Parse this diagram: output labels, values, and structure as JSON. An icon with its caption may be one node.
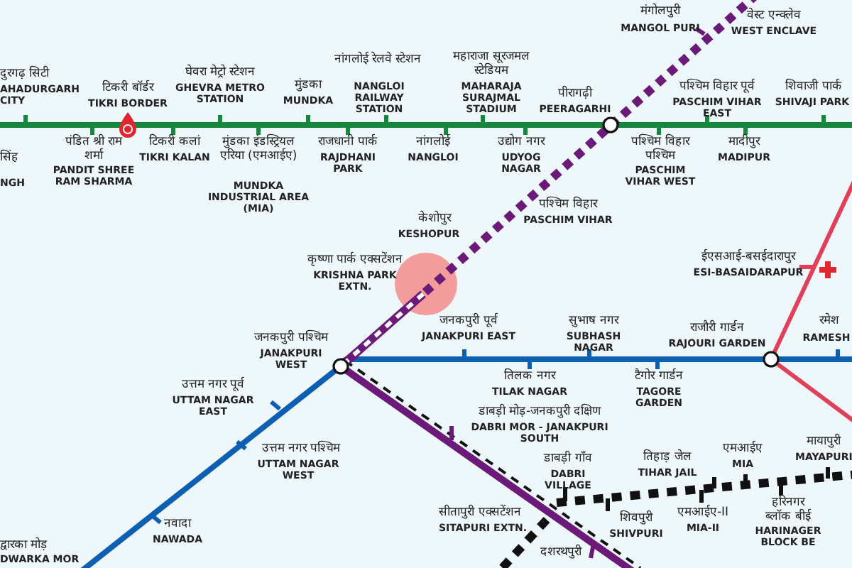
{
  "diagram": {
    "labels": [
      "मंगोलपुरी",
      "MANGOL PURI",
      "वेस्ट एन्क्लेव",
      "WEST ENCLAVE",
      "नांगलोई रेलवे स्टेशन",
      "NANGLOI RAILWAY STATION",
      "महाराजा सूरजमल स्टेडियम",
      "MAHARAJA SURAJMAL STADIUM",
      "दुरगढ़ सिटी",
      "AHADURGARH CITY",
      "टिकरी बॉर्डर",
      "TIKRI BORDER",
      "घेवरा मेट्रो स्टेशन",
      "GHEVRA METRO STATION",
      "मुंडका",
      "MUNDKA",
      "पीरागढ़ी",
      "PEERAGARHI",
      "पश्चिम विहार पूर्व",
      "PASCHIM VIHAR EAST",
      "शिवाजी पार्क",
      "SHIVAJI PARK",
      "सिंह",
      "NGH",
      "पंडित श्री राम शर्मा",
      "PANDIT SHREE RAM SHARMA",
      "टिकरी कलां",
      "TIKRI KALAN",
      "मुंडका इंडस्ट्रियल एरिया (एमआईए)",
      "MUNDKA INDUSTRIAL AREA (MIA)",
      "राजधानी पार्क",
      "RAJDHANI PARK",
      "नांगलोई",
      "NANGLOI",
      "उद्योग नगर",
      "UDYOG NAGAR",
      "पश्चिम विहार पश्चिम",
      "PASCHIM VIHAR WEST",
      "मादीपुर",
      "MADIPUR",
      "पश्चिम विहार",
      "PASCHIM VIHAR",
      "केशोपुर",
      "KESHOPUR",
      "कृष्णा पार्क एक्सटेंशन",
      "KRISHNA PARK EXTN.",
      "ईएसआई-बसईदारापुर",
      "ESI-BASAIDARAPUR",
      "जनकपुरी पश्चिम",
      "JANAKPURI WEST",
      "जनकपुरी पूर्व",
      "JANAKPURI EAST",
      "सुभाष नगर",
      "SUBHASH NAGAR",
      "राजौरी गार्डन",
      "RAJOURI GARDEN",
      "रमेश",
      "RAMESH",
      "तिलक नगर",
      "TILAK NAGAR",
      "टैगोर गार्डन",
      "TAGORE GARDEN",
      "उत्तम नगर पूर्व",
      "UTTAM NAGAR EAST",
      "डाबड़ी मोड़-जनकपुरी दक्षिण",
      "DABRI MOR - JANAKPURI SOUTH",
      "उत्तम नगर पश्चिम",
      "UTTAM NAGAR WEST",
      "मायापुरी",
      "MAYAPURI",
      "एमआईए",
      "MIA",
      "तिहाड़ जेल",
      "TIHAR JAIL",
      "डाबड़ी गाँव",
      "DABRI VILLAGE",
      "हरिनगर ब्लॉक बीई",
      "HARINAGER BLOCK BE",
      "एमआईए-II",
      "MIA-II",
      "शिवपुरी",
      "SHIVPURI",
      "सीतापुरी एक्सटेंशन",
      "SITAPURI EXTN.",
      "नवादा",
      "NAWADA",
      "द्वारका मोड़",
      "DWARKA MOR",
      "दशरथपुरी"
    ]
  }
}
